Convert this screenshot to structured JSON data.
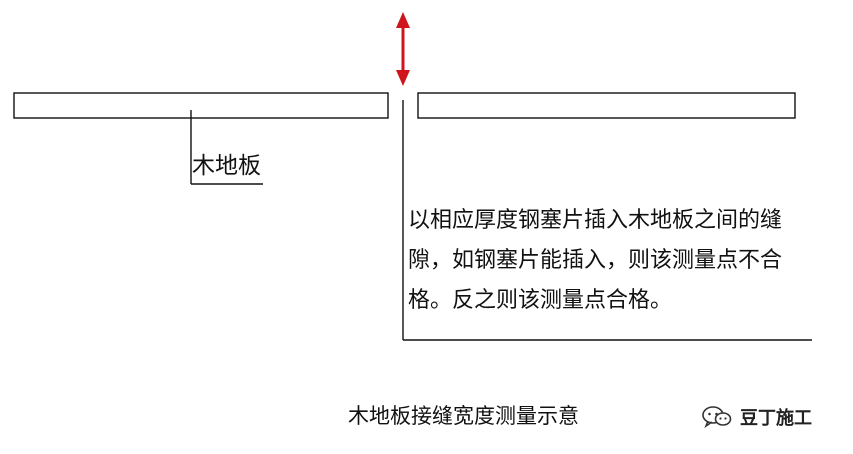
{
  "labels": {
    "board": "木地板",
    "description": [
      "以相应厚度钢塞片插入木地板之间的缝",
      "隙，如钢塞片能插入，则该测量点不合",
      "格。反之则该测量点合格。"
    ],
    "caption": "木地板接缝宽度测量示意"
  },
  "watermark": {
    "text": "豆丁施工",
    "icon": "wechat-icon"
  },
  "colors": {
    "line": "#111111",
    "arrow": "#d0141c",
    "background": "#ffffff"
  }
}
